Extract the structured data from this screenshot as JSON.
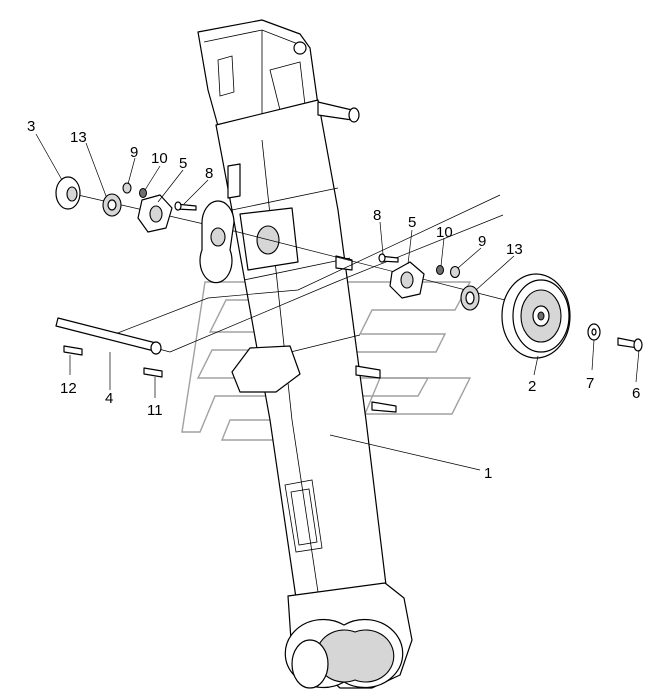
{
  "callouts": [
    {
      "id": "c1",
      "text": "1"
    },
    {
      "id": "c2",
      "text": "2"
    },
    {
      "id": "c3",
      "text": "3"
    },
    {
      "id": "c4",
      "text": "4"
    },
    {
      "id": "c5a",
      "text": "5"
    },
    {
      "id": "c5b",
      "text": "5"
    },
    {
      "id": "c6",
      "text": "6"
    },
    {
      "id": "c7",
      "text": "7"
    },
    {
      "id": "c8a",
      "text": "8"
    },
    {
      "id": "c8b",
      "text": "8"
    },
    {
      "id": "c9a",
      "text": "9"
    },
    {
      "id": "c9b",
      "text": "9"
    },
    {
      "id": "c10a",
      "text": "10"
    },
    {
      "id": "c10b",
      "text": "10"
    },
    {
      "id": "c11",
      "text": "11"
    },
    {
      "id": "c12",
      "text": "12"
    },
    {
      "id": "c13a",
      "text": "13"
    },
    {
      "id": "c13b",
      "text": "13"
    }
  ]
}
